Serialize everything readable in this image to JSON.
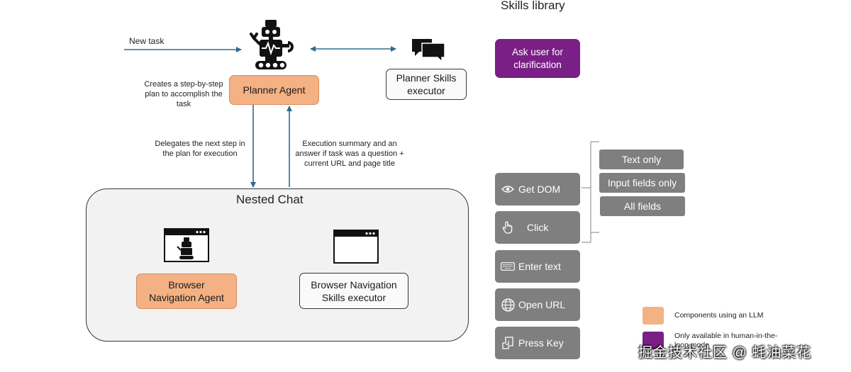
{
  "title": "Skills library",
  "labels": {
    "new_task": "New task",
    "creates_plan": "Creates a step-by-step plan to accomplish the task",
    "delegates": "Delegates the next step in the plan for execution",
    "execution_summary": "Execution summary and an answer if task was a question + current URL and page title"
  },
  "nodes": {
    "planner_agent": "Planner Agent",
    "planner_skills_executor": "Planner Skills executor",
    "ask_user": "Ask user for clarification",
    "nested_chat": "Nested Chat",
    "browser_nav_agent": "Browser Navigation Agent",
    "browser_nav_skills": "Browser Navigation Skills executor"
  },
  "skills": [
    {
      "label": "Get DOM",
      "icon": "eye-icon"
    },
    {
      "label": "Click",
      "icon": "pointer-hand-icon"
    },
    {
      "label": "Enter text",
      "icon": "keyboard-icon"
    },
    {
      "label": "Open URL",
      "icon": "globe-icon"
    },
    {
      "label": "Press Key",
      "icon": "key-icon"
    }
  ],
  "dom_options": [
    "Text only",
    "Input fields only",
    "All fields"
  ],
  "legend": [
    {
      "label": "Components using an LLM",
      "color": "#f4b183"
    },
    {
      "label": "Only available in human-in-the-loop mode",
      "color": "#7a1f86"
    }
  ],
  "watermark": "掘金技术社区 @ 蚝油菜花",
  "colors": {
    "arrow": "#2e6b8a",
    "border": "#2f3c44",
    "skill": "#7f7f7f"
  }
}
